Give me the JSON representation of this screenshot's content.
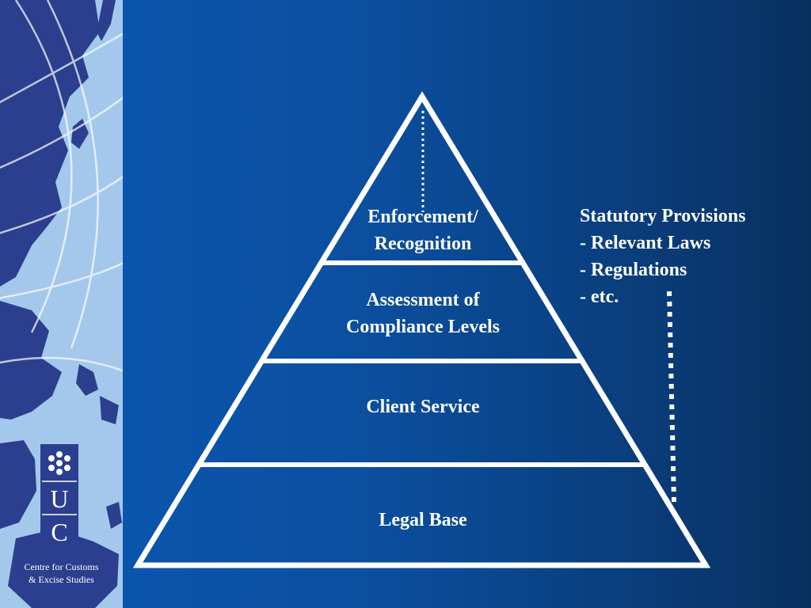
{
  "slide": {
    "colors": {
      "background": "#0a4f9f",
      "sidebar": "#a3c8ec",
      "land": "#2b3f8e",
      "lines": "#ffffff"
    }
  },
  "pyramid": {
    "tiers": [
      {
        "label_lines": [
          "Enforcement/",
          "Recognition"
        ]
      },
      {
        "label_lines": [
          "Assessment of",
          "Compliance Levels"
        ]
      },
      {
        "label_lines": [
          "Client Service"
        ]
      },
      {
        "label_lines": [
          "Legal Base"
        ]
      }
    ]
  },
  "provisions": {
    "heading": "Statutory Provisions",
    "items": [
      {
        "bullet": "-",
        "text": "Relevant Laws"
      },
      {
        "bullet": "-",
        "text": "Regulations"
      },
      {
        "bullet": "-",
        "text": "etc."
      }
    ]
  },
  "logo": {
    "letters": [
      "U",
      "C"
    ],
    "caption_lines": [
      "Centre for Customs",
      "& Excise Studies"
    ]
  }
}
